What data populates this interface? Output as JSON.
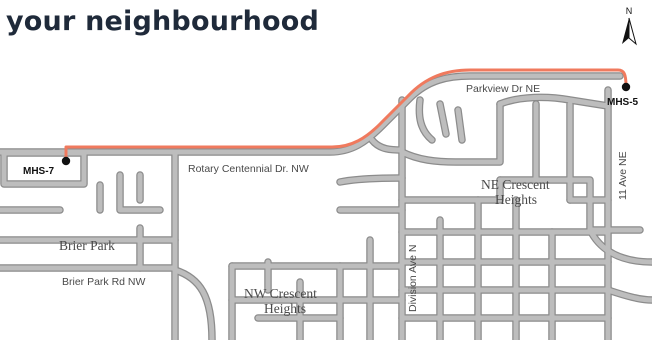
{
  "heading": "your neighbourhood",
  "compass": {
    "letter": "N"
  },
  "route": {
    "color": "#f07a5e"
  },
  "stations": [
    {
      "label": "MHS-7"
    },
    {
      "label": "MHS-5"
    }
  ],
  "streets": {
    "parkview": "Parkview Dr NE",
    "rotary": "Rotary Centennial Dr. NW",
    "brier_park_rd": "Brier Park Rd NW",
    "division": "Division Ave N",
    "eleventh": "11 Ave NE"
  },
  "areas": {
    "brier_park": "Brier Park",
    "ne_crescent": [
      "NE Crescent",
      "Heights"
    ],
    "nw_crescent": [
      "NW Crescent",
      "Heights"
    ]
  }
}
